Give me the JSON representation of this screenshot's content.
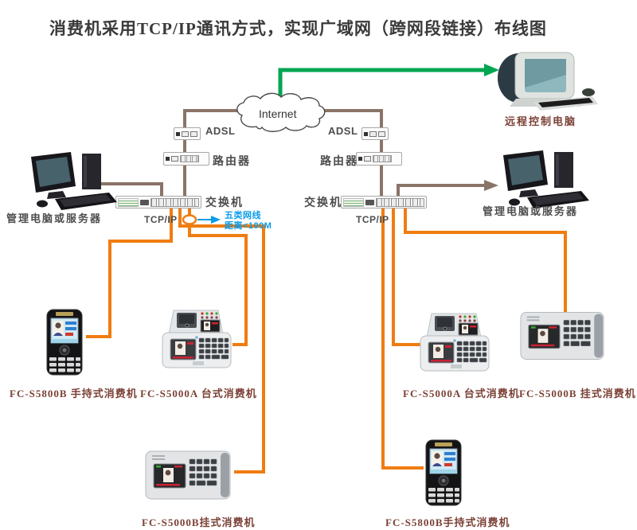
{
  "title": "消费机采用TCP/IP通讯方式，实现广域网（跨网段链接）布线图",
  "internet": {
    "label": "Internet"
  },
  "remote_computer": {
    "label": "远程控制电脑"
  },
  "left_branch": {
    "adsl": "ADSL",
    "router": "路由器",
    "switch": "交换机",
    "tcpip": "TCP/IP",
    "mgmt_computer": "管理电脑或服务器"
  },
  "right_branch": {
    "adsl": "ADSL",
    "router": "路由器",
    "switch": "交换机",
    "tcpip": "TCP/IP",
    "mgmt_computer": "管理电脑或服务器"
  },
  "cable_callout": {
    "line1": "五类网线",
    "line2": "距离<100M"
  },
  "devices": [
    {
      "id": "handheld-left",
      "type": "handheld",
      "label": "FC-S5800B 手持式消费机"
    },
    {
      "id": "desktop-left",
      "type": "desktop",
      "label": "FC-S5000A 台式消费机"
    },
    {
      "id": "wall-bottom",
      "type": "wall",
      "label": "FC-S5000B挂式消费机"
    },
    {
      "id": "desktop-right",
      "type": "desktop",
      "label": "FC-S5000A 台式消费机"
    },
    {
      "id": "wall-right",
      "type": "wall",
      "label": "FC-S5000B 挂式消费机"
    },
    {
      "id": "handheld-right",
      "type": "handheld",
      "label": "FC-S5800B手持式消费机"
    }
  ],
  "connections": [
    {
      "from": "internet",
      "to": "remote-computer",
      "cable": "green-arrow"
    },
    {
      "from": "internet",
      "to": "adsl-left",
      "cable": "brown"
    },
    {
      "from": "internet",
      "to": "adsl-right",
      "cable": "brown"
    },
    {
      "from": "adsl-left",
      "to": "router-left",
      "cable": "brown"
    },
    {
      "from": "router-left",
      "to": "switch-left",
      "cable": "brown"
    },
    {
      "from": "adsl-right",
      "to": "router-right",
      "cable": "brown"
    },
    {
      "from": "router-right",
      "to": "switch-right",
      "cable": "brown"
    },
    {
      "from": "switch-left",
      "to": "mgmt-computer-left",
      "cable": "brown-arrow"
    },
    {
      "from": "switch-right",
      "to": "mgmt-computer-right",
      "cable": "brown-arrow"
    },
    {
      "from": "switch-left",
      "to": "handheld-left",
      "cable": "orange"
    },
    {
      "from": "switch-left",
      "to": "desktop-left",
      "cable": "orange"
    },
    {
      "from": "switch-left",
      "to": "wall-bottom",
      "cable": "orange"
    },
    {
      "from": "switch-right",
      "to": "desktop-right",
      "cable": "orange"
    },
    {
      "from": "switch-right",
      "to": "wall-right",
      "cable": "orange"
    },
    {
      "from": "switch-right",
      "to": "handheld-right",
      "cable": "orange"
    }
  ],
  "colors": {
    "orange_cable": "#f07c11",
    "brown_cable": "#8a7468",
    "green_cable": "#00a651",
    "blue_callout": "#0b9ce8",
    "device_label": "#7b4136"
  }
}
